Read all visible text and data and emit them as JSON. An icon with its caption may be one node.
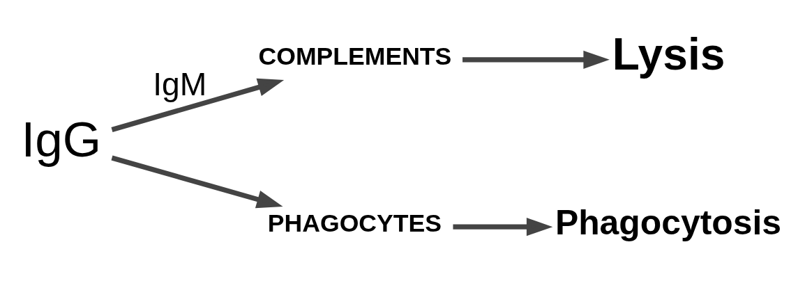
{
  "diagram": {
    "nodes": [
      {
        "text": [
          "IgG"
        ]
      },
      {
        "text": [
          "COMPLEMENTS"
        ]
      },
      {
        "text": [
          "Lysis"
        ]
      },
      {
        "text": [
          "PHAGOCYTES"
        ]
      },
      {
        "text": [
          "Phagocytosis"
        ]
      }
    ],
    "edges": [
      {
        "from": 0,
        "to": 1,
        "arrow": "to",
        "label": "IgM"
      },
      {
        "from": 1,
        "to": 2,
        "arrow": "to"
      },
      {
        "from": 0,
        "to": 3,
        "arrow": "to"
      },
      {
        "from": 3,
        "to": 4,
        "arrow": "to"
      }
    ]
  }
}
